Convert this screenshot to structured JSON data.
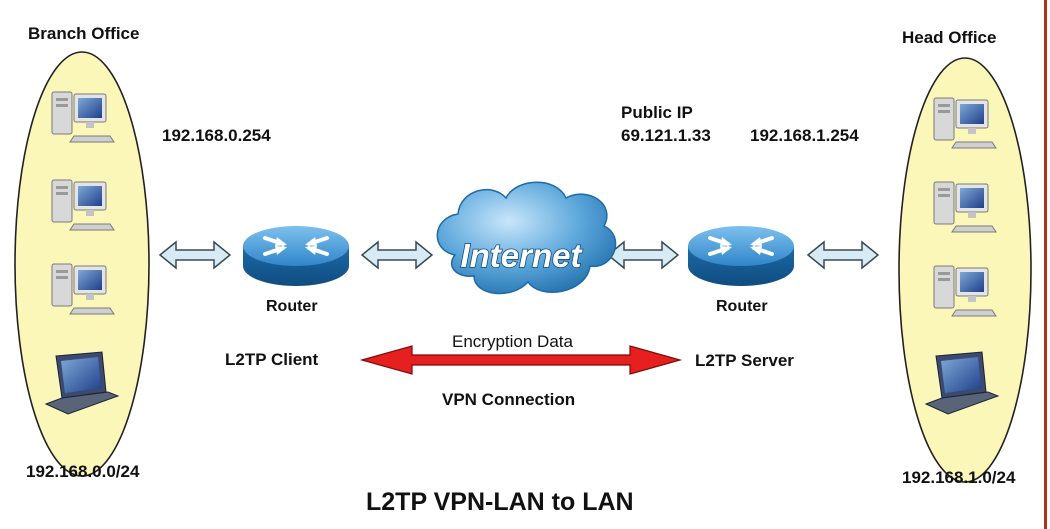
{
  "branch": {
    "title": "Branch Office",
    "gateway": "192.168.0.254",
    "subnet": "192.168.0.0/24"
  },
  "head": {
    "title": "Head Office",
    "public_ip_label": "Public IP",
    "public_ip": "69.121.1.33",
    "gateway": "192.168.1.254",
    "subnet": "192.168.1.0/24"
  },
  "routers": {
    "left_label": "Router",
    "right_label": "Router"
  },
  "cloud": {
    "label": "Internet"
  },
  "vpn": {
    "client": "L2TP Client",
    "server": "L2TP Server",
    "encryption": "Encryption Data",
    "connection": "VPN Connection"
  },
  "diagram_title": "L2TP VPN-LAN to LAN",
  "colors": {
    "ellipse_fill": "#fbf7b8",
    "router_blue": "#2a7fc4",
    "cloud_blue": "#5aa6da",
    "arrow_red": "#e61f1f",
    "border_red": "#b03020"
  },
  "icons": [
    "desktop-computer-icon",
    "laptop-icon",
    "router-icon",
    "internet-cloud-icon",
    "double-arrow-icon"
  ]
}
